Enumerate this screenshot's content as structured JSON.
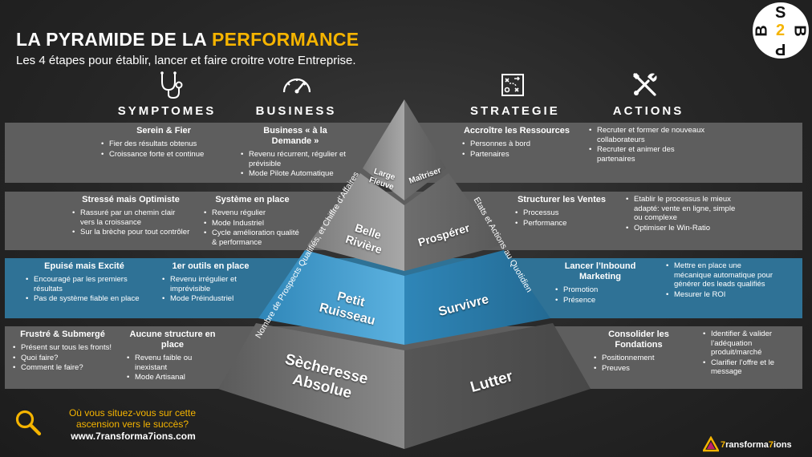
{
  "title": {
    "main": "LA PYRAMIDE DE LA ",
    "highlight": "PERFORMANCE"
  },
  "subtitle": "Les 4 étapes pour établir, lancer et faire croitre votre Entreprise.",
  "logo": {
    "s": "S",
    "b1": "B",
    "two": "2",
    "b2": "B",
    "p": "P"
  },
  "columns": {
    "symptomes": "SYMPTOMES",
    "business": "BUSINESS",
    "strategie": "STRATEGIE",
    "actions": "ACTIONS"
  },
  "icons": {
    "symptomes": "stethoscope-icon",
    "business": "speedometer-icon",
    "strategie": "strategy-board-icon",
    "actions": "tools-icon"
  },
  "levels": [
    {
      "band_color": "#5e5e5e",
      "symptom": {
        "title": "Serein & Fier",
        "items": [
          "Fier des résultats obtenus",
          "Croissance forte et continue"
        ]
      },
      "business": {
        "title": "Business « à la Demande »",
        "items": [
          "Revenu récurrent, régulier et prévisible",
          "Mode Pilote Automatique"
        ]
      },
      "pyramid": {
        "left": "Large Fleuve",
        "right": "Maîtriser"
      },
      "strategy": {
        "title": "Accroître les Ressources",
        "items": [
          "Personnes à bord",
          "Partenaires"
        ]
      },
      "actions": {
        "items": [
          "Recruter et former de nouveaux collaborateurs",
          "Recruter et animer des partenaires"
        ]
      }
    },
    {
      "band_color": "#5e5e5e",
      "symptom": {
        "title": "Stressé  mais Optimiste",
        "items": [
          "Rassuré  par un chemin clair vers la croissance",
          "Sur la brèche pour tout contrôler"
        ]
      },
      "business": {
        "title": "Système en place",
        "items": [
          "Revenu régulier",
          "Mode Industriel",
          "Cycle amélioration qualité & performance"
        ]
      },
      "pyramid": {
        "left": "Belle Rivière",
        "right": "Prospérer"
      },
      "strategy": {
        "title": "Structurer les Ventes",
        "items": [
          "Processus",
          "Performance"
        ]
      },
      "actions": {
        "items": [
          "Etablir le processus le mieux adapté: vente en ligne, simple ou complexe",
          "Optimiser le Win-Ratio"
        ]
      }
    },
    {
      "band_color": "#2f7296",
      "symptom": {
        "title": "Epuisé mais Excité",
        "items": [
          "Encouragé par les premiers résultats",
          "Pas de système fiable en place"
        ]
      },
      "business": {
        "title": "1er outils en place",
        "items": [
          "Revenu irrégulier et imprévisible",
          "Mode Préindustriel"
        ]
      },
      "pyramid": {
        "left": "Petit Ruisseau",
        "right": "Survivre"
      },
      "strategy": {
        "title": "Lancer l’Inbound Marketing",
        "items": [
          "Promotion",
          "Présence"
        ]
      },
      "actions": {
        "items": [
          "Mettre en place une mécanique automatique pour générer des leads qualifiés",
          "Mesurer le ROI"
        ]
      }
    },
    {
      "band_color": "#5e5e5e",
      "symptom": {
        "title": "Frustré & Submergé",
        "items": [
          "Présent sur tous les fronts!",
          "Quoi faire?",
          "Comment le faire?"
        ]
      },
      "business": {
        "title": "Aucune structure en place",
        "items": [
          "Revenu faible ou inexistant",
          "Mode Artisanal"
        ]
      },
      "pyramid": {
        "left": "Sècheresse Absolue",
        "right": "Lutter"
      },
      "strategy": {
        "title": "Consolider les Fondations",
        "items": [
          "Positionnement",
          "Preuves"
        ]
      },
      "actions": {
        "items": [
          "Identifier & valider l’adéquation produit/marché",
          "Clarifier l’offre et le message"
        ]
      }
    }
  ],
  "pyramid_sides": {
    "left": "Nombre de Prospects Qualifiés, et Chiffre d’Affaires",
    "right": "Etats et Actions au Quotidien"
  },
  "footer": {
    "question": "Où vous situez-vous sur cette ascension vers le succès?",
    "url": "www.7ransforma7ions.com",
    "brand_a": "7",
    "brand_b": "ransforma",
    "brand_c": "7",
    "brand_d": "ions"
  },
  "colors": {
    "accent": "#f5b400",
    "band_gray": "#5e5e5e",
    "band_blue": "#2f7296",
    "background": "#262626"
  }
}
